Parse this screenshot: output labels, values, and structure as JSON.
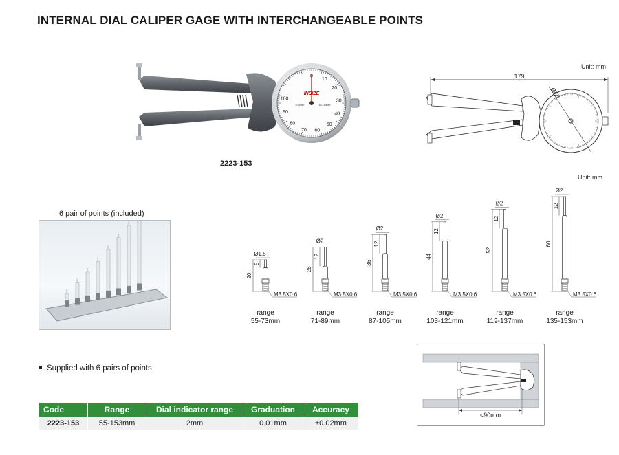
{
  "title": "INTERNAL DIAL CALIPER GAGE WITH INTERCHANGEABLE POINTS",
  "model": "2223-153",
  "brand": "INSIZE",
  "unit_label": "Unit: mm",
  "dims": {
    "length": "179",
    "dial_diameter": "Ø60",
    "inset_width": "<90mm"
  },
  "dial_numbers": [
    "0",
    "10",
    "20",
    "30",
    "40",
    "50",
    "60",
    "70",
    "80",
    "90",
    "100"
  ],
  "dial_text": {
    "grad": "0.01mm",
    "range": "55-153mm"
  },
  "points_caption": "6 pair of points (included)",
  "points": [
    {
      "tip": "Ø1.5",
      "tip_len": "5",
      "total": "20",
      "thread": "M3.5X0.6",
      "range_word": "range",
      "range": "55-73mm"
    },
    {
      "tip": "Ø2",
      "tip_len": "12",
      "total": "28",
      "thread": "M3.5X0.6",
      "range_word": "range",
      "range": "71-89mm"
    },
    {
      "tip": "Ø2",
      "tip_len": "12",
      "total": "36",
      "thread": "M3.5X0.6",
      "range_word": "range",
      "range": "87-105mm"
    },
    {
      "tip": "Ø2",
      "tip_len": "12",
      "total": "44",
      "thread": "M3.5X0.6",
      "range_word": "range",
      "range": "103-121mm"
    },
    {
      "tip": "Ø2",
      "tip_len": "12",
      "total": "52",
      "thread": "M3.5X0.6",
      "range_word": "range",
      "range": "119-137mm"
    },
    {
      "tip": "Ø2",
      "tip_len": "12",
      "total": "60",
      "thread": "M3.5X0.6",
      "range_word": "range",
      "range": "135-153mm"
    }
  ],
  "bullet": "Supplied with 6 pairs of points",
  "table": {
    "headers": [
      "Code",
      "Range",
      "Dial indicator range",
      "Graduation",
      "Accuracy"
    ],
    "row": [
      "2223-153",
      "55-153mm",
      "2mm",
      "0.01mm",
      "±0.02mm"
    ]
  },
  "colors": {
    "header_green": "#2f8f3a",
    "row_bg": "#f0f0f0"
  }
}
